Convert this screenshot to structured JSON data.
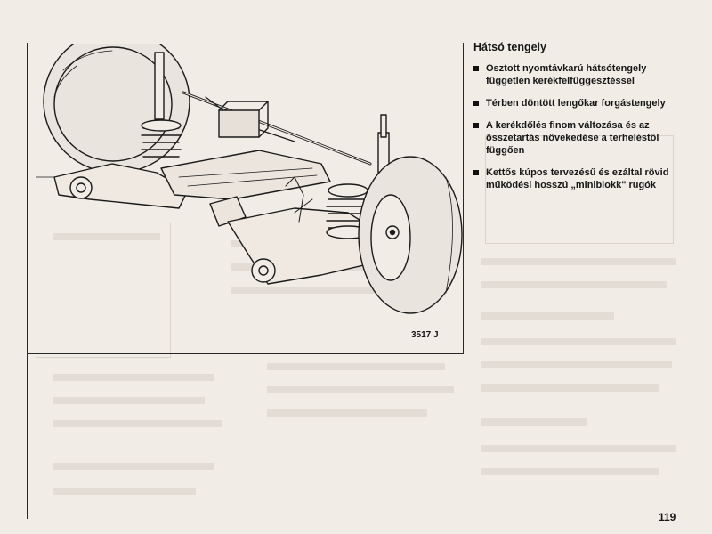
{
  "section": {
    "title": "Hátsó tengely",
    "bullets": [
      "Osztott nyomtávkarú hátsótengely független kerékfelfüggesztéssel",
      "Térben döntött lengőkar forgástengely",
      "A kerékdőlés finom változása és az összetartás növekedése a terheléstől függően",
      "Kettős kúpos tervezésű és ezáltal rövid működési hosszú „miniblokk\" rugók"
    ]
  },
  "figure": {
    "number": "3517 J",
    "icon": "rear-axle-suspension-illustration"
  },
  "page": {
    "number": "119"
  }
}
